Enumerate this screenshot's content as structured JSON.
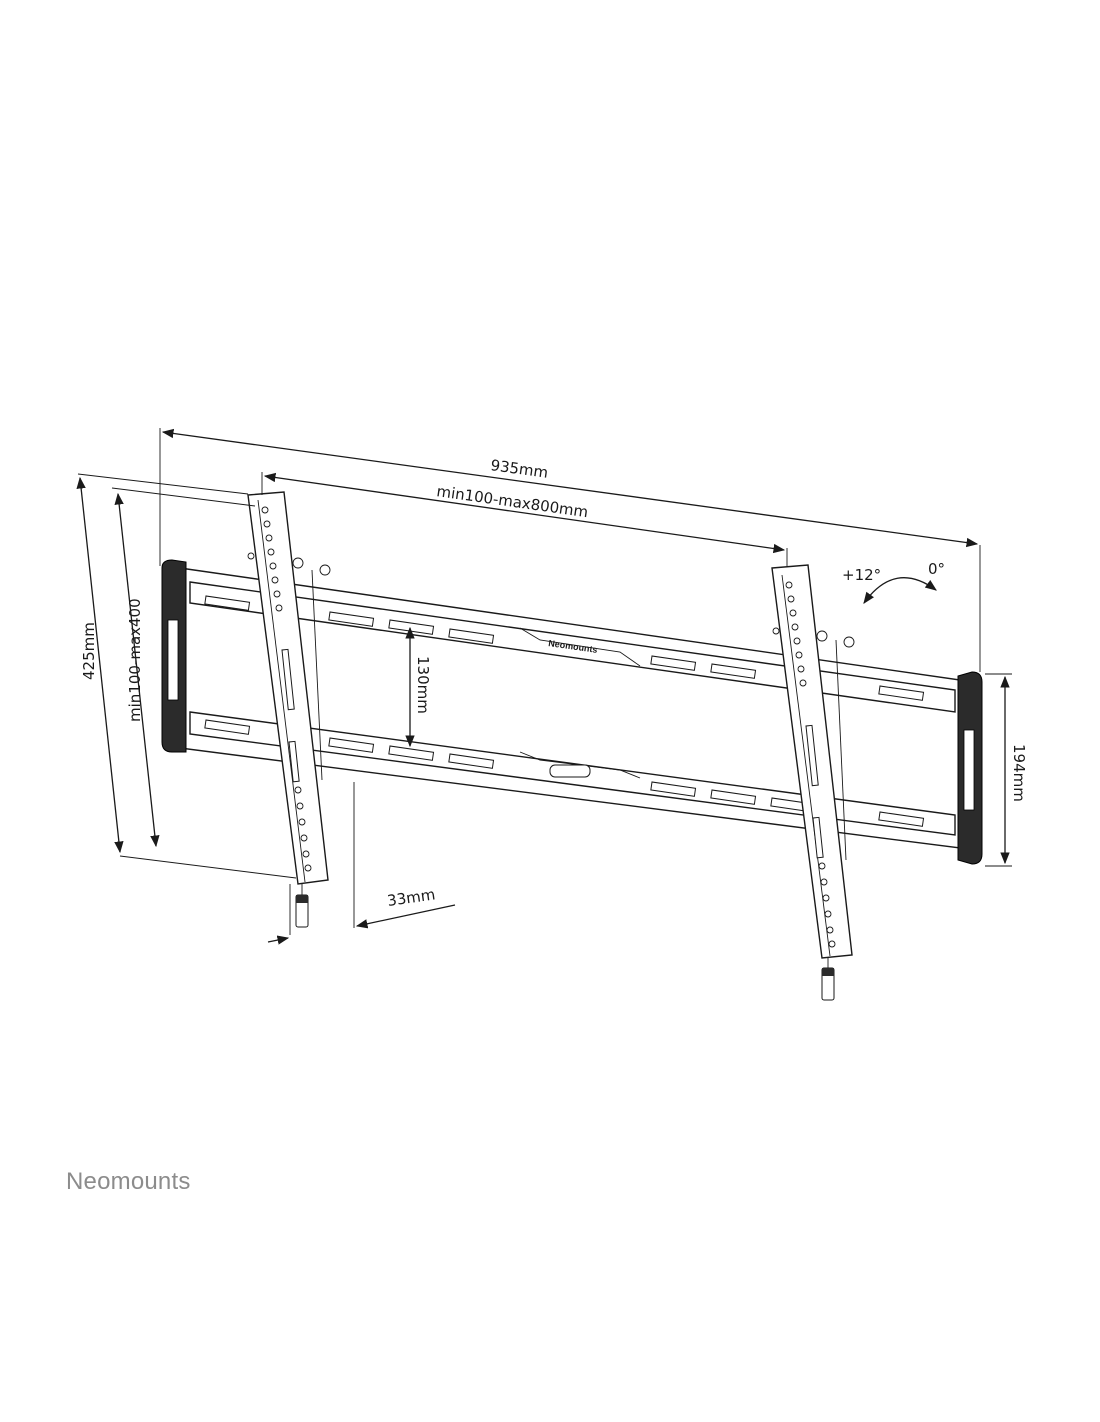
{
  "dimensions": {
    "overall_width": "935mm",
    "vesa_width": "min100-max800mm",
    "overall_height": "425mm",
    "vesa_height": "min100-max400",
    "slot_spacing": "130mm",
    "plate_height": "194mm",
    "wall_distance": "33mm"
  },
  "tilt": {
    "max": "+12°",
    "min": "0°"
  },
  "logo_on_plate": "Neomounts",
  "brand_footer": "Neomounts"
}
